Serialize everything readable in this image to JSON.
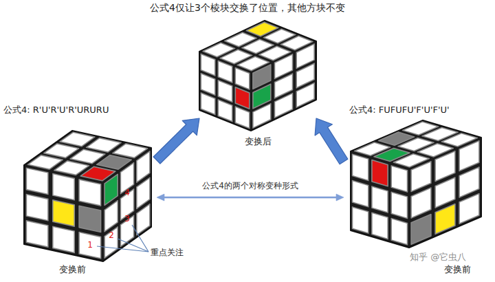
{
  "diagram": {
    "title": "公式4仅让3个棱块交换了位置，其他方块不变",
    "nodes": [
      {
        "text": [
          "变换后"
        ]
      },
      {
        "text": [
          "公式4: R'U'R'U'R'URURU",
          "变换前"
        ]
      },
      {
        "text": [
          "公式4: FUFUFU'F'U'F'U'",
          "变换前"
        ]
      }
    ],
    "edges": [
      {
        "from": 1,
        "to": 0,
        "arrow": "to"
      },
      {
        "from": 2,
        "to": 0,
        "arrow": "to"
      },
      {
        "from": 1,
        "to": 2,
        "label": "公式4的两个对称变种形式",
        "arrow": "both"
      }
    ],
    "labels": [
      "1",
      "2",
      "3",
      "4",
      "重点关注",
      "知乎 @它虫八"
    ]
  }
}
